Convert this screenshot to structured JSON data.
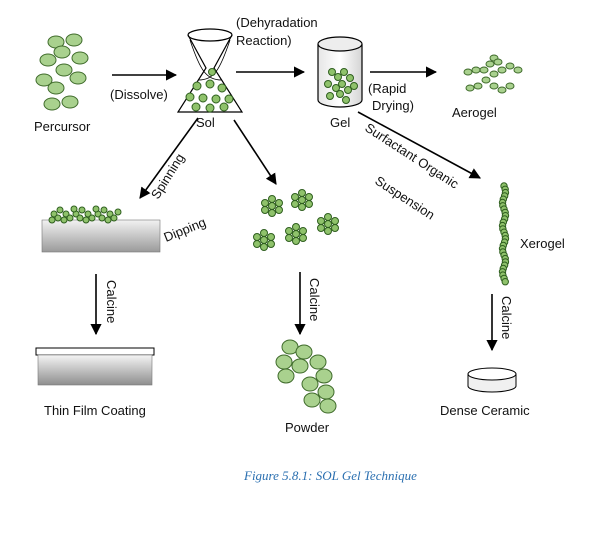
{
  "labels": {
    "precursor": "Percursor",
    "dissolve": "(Dissolve)",
    "sol": "Sol",
    "reaction_line1": "(Dehyradation",
    "reaction_line2": "Reaction)",
    "gel": "Gel",
    "rapid_line1": "(Rapid",
    "rapid_line2": "Drying)",
    "aerogel": "Aerogel",
    "spinning": "Spinning",
    "dipping": "Dipping",
    "surfactant": "Surfactant Organic",
    "suspension": "Suspension",
    "xerogel": "Xerogel",
    "calcine_left": "Calcine",
    "calcine_mid": "Calcine",
    "calcine_right": "Calcine",
    "thin_film": "Thin Film Coating",
    "powder": "Powder",
    "dense_ceramic": "Dense Ceramic"
  },
  "caption": "Figure 5.8.1: SOL Gel Technique",
  "colors": {
    "bead_fill": "#a9d18e",
    "bead_stroke": "#3f6b2b",
    "caption": "#2a6fb0"
  }
}
